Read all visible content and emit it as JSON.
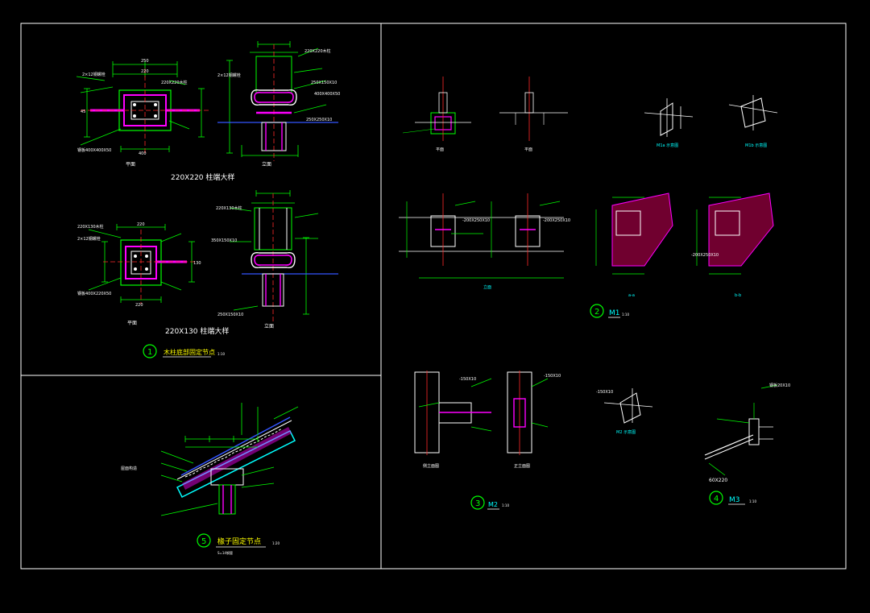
{
  "colors": {
    "background": "#000000",
    "frame": "#ffffff",
    "dimension": "#00ff00",
    "steel": "#ff00ff",
    "annotation": "#ffffff",
    "cyan": "#00ffff",
    "red": "#ff2a2a",
    "blue": "#3355ff",
    "yellow": "#ffff00"
  },
  "detail1": {
    "number": "1",
    "title": "木柱底部固定节点",
    "scale": "1:10",
    "top": {
      "plan_caption": "平面",
      "elev_caption": "立面",
      "sub_title": "220X220  柱端大样",
      "dims": [
        "250",
        "220",
        "45",
        "400"
      ],
      "labels": [
        "2×12钢螺栓",
        "220X220木柱",
        "钢板400X400X50",
        "2×12钢螺栓",
        "220X220木柱",
        "250X150X10",
        "400X400X50",
        "250X250X10"
      ]
    },
    "bottom": {
      "plan_caption": "平面",
      "elev_caption": "立面",
      "sub_title": "220X130  柱端大样",
      "dims": [
        "220",
        "130",
        "220"
      ],
      "labels": [
        "220X130木柱",
        "2×12钢螺栓",
        "钢板400X220X50",
        "220X130木柱",
        "350X150X10",
        "250X150X10"
      ]
    }
  },
  "detail2": {
    "number": "2",
    "title": "M1",
    "scale": "1:10",
    "captions": [
      "平面",
      "平面",
      "M1a 示意图",
      "M1b 示意图",
      "立面",
      "a-a",
      "b-b"
    ],
    "labels": [
      "-200X250X10",
      "-200X250X10",
      "-200X250X10"
    ]
  },
  "detail3": {
    "number": "3",
    "title": "M2",
    "scale": "1:10",
    "captions": [
      "侧立面图",
      "正立面图",
      "M2 示意图"
    ],
    "labels": [
      "-150X10",
      "-150X10",
      "-150X10"
    ]
  },
  "detail4": {
    "number": "4",
    "title": "M3",
    "scale": "1:10",
    "labels": [
      "钢板20X10",
      "60X220"
    ]
  },
  "detail5": {
    "number": "5",
    "title": "椽子固定节点",
    "scale": "1:20",
    "note": "S=14钢管"
  }
}
